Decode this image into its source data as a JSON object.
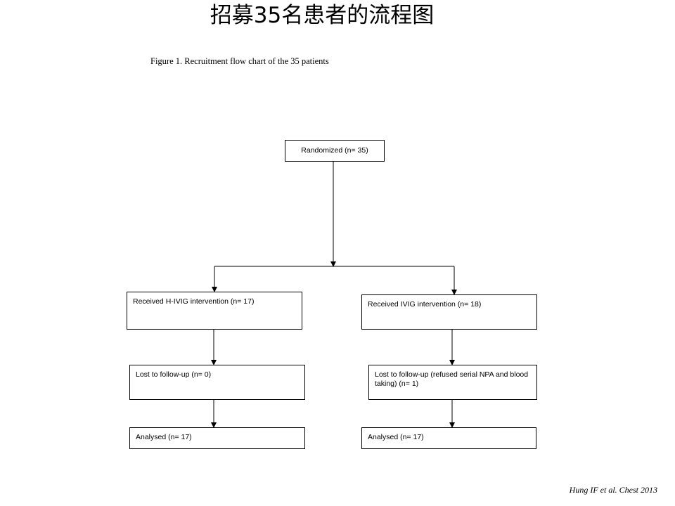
{
  "slide": {
    "title": "招募35名患者的流程图",
    "caption": "Figure 1. Recruitment flow chart of the 35 patients",
    "citation": "Hung IF et al. Chest 2013"
  },
  "flowchart": {
    "randomized": "Randomized (n= 35)",
    "left_arm": {
      "intervention": "Received H-IVIG intervention (n= 17)",
      "lost": "Lost to follow-up  (n= 0)",
      "analysed": "Analysed  (n= 17)"
    },
    "right_arm": {
      "intervention": "Received IVIG intervention (n= 18)",
      "lost": "Lost to follow-up (refused serial NPA and blood taking) (n= 1)",
      "analysed": "Analysed  (n= 17)"
    }
  }
}
